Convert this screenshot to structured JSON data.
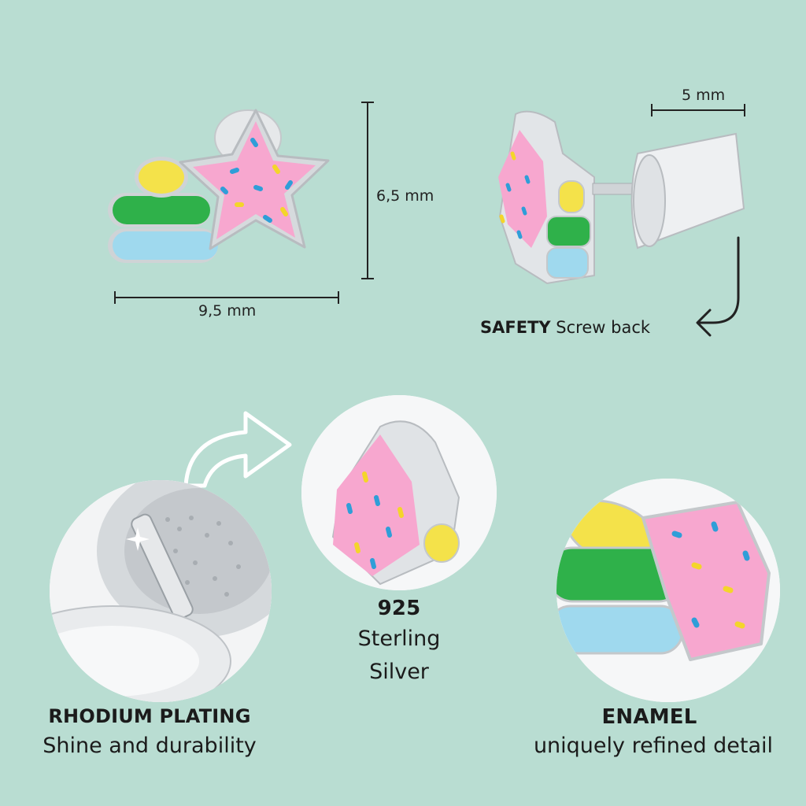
{
  "dimensions": {
    "height_label": "6,5 mm",
    "width_label": "9,5 mm",
    "back_label": "5 mm"
  },
  "safety": {
    "bold": "SAFETY",
    "text": "Screw back"
  },
  "features": {
    "rhodium": {
      "title": "RHODIUM PLATING",
      "subtitle": "Shine and durability"
    },
    "silver": {
      "line1": "925",
      "line2": "Sterling",
      "line3": "Silver"
    },
    "enamel": {
      "title": "ENAMEL",
      "subtitle": "uniquely refined detail"
    }
  },
  "colors": {
    "background": "#b9ddd2",
    "pink_enamel": "#f7a7cf",
    "yellow_enamel": "#f4e24a",
    "green_enamel": "#2fb14a",
    "blue_enamel": "#9fd9ee",
    "silver": "#d9dde0"
  }
}
